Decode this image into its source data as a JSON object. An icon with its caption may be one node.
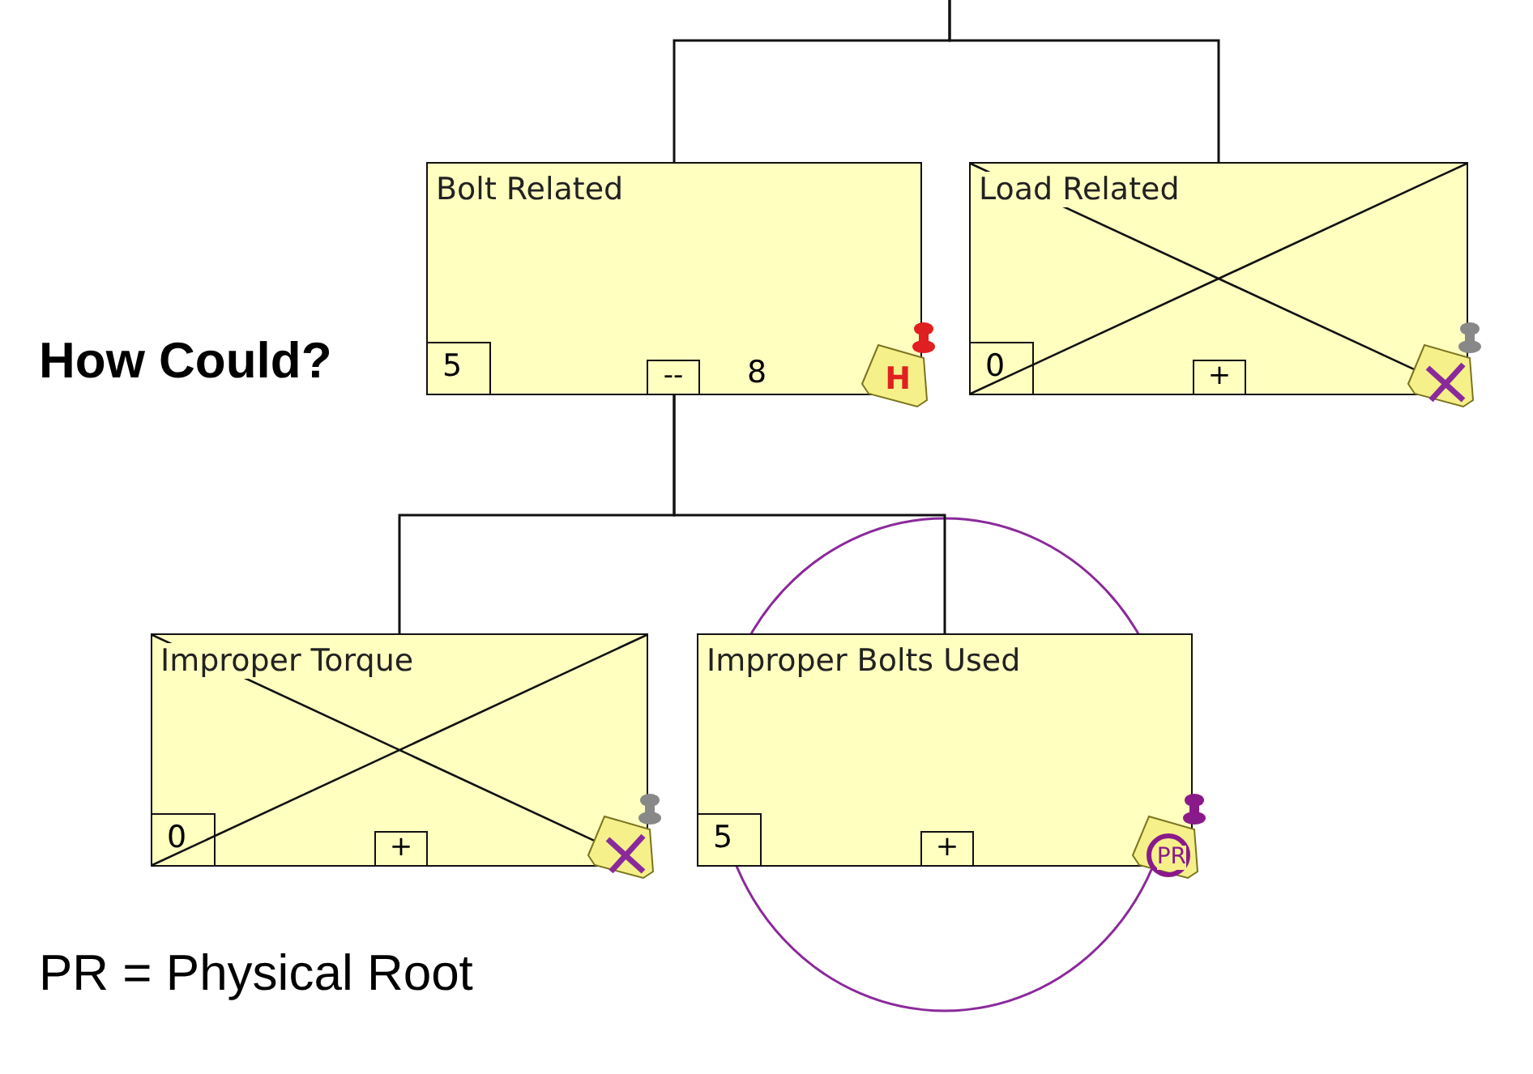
{
  "diagram": {
    "nodes": [
      {
        "text": [
          "Bolt Related",
          "5",
          "--",
          "8",
          "H"
        ]
      },
      {
        "text": [
          "Load Related",
          "0",
          "+"
        ]
      },
      {
        "text": [
          "Improper Torque",
          "0",
          "+"
        ]
      },
      {
        "text": [
          "Improper Bolts Used",
          "5",
          "+",
          "PR"
        ]
      }
    ],
    "edges": [
      {
        "from": null,
        "to": 0,
        "arrow": "none"
      },
      {
        "from": null,
        "to": 1,
        "arrow": "none"
      },
      {
        "from": 0,
        "to": 2,
        "arrow": "none"
      },
      {
        "from": 0,
        "to": 3,
        "arrow": "none"
      }
    ],
    "labels": [
      "How Could?",
      "PR = Physical Root"
    ]
  }
}
